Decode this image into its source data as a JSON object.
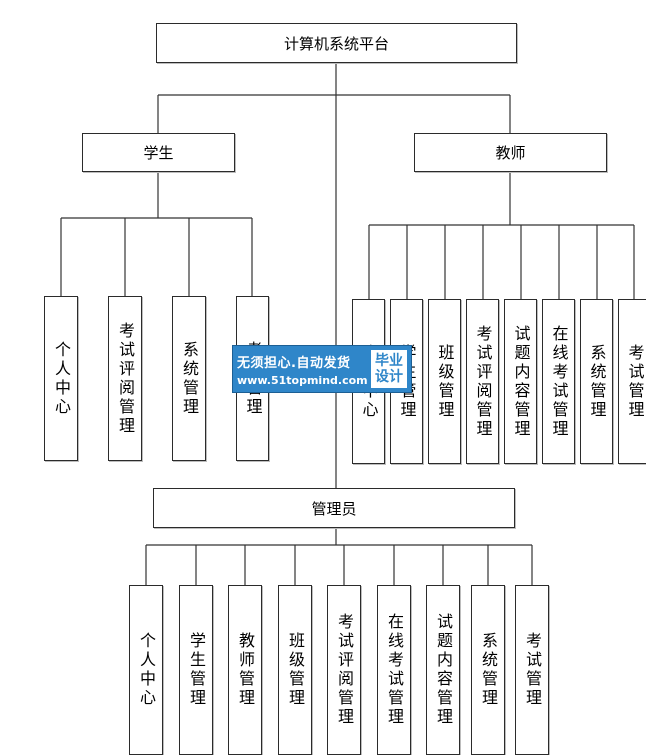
{
  "root": {
    "label": "计算机系统平台"
  },
  "student": {
    "label": "学生",
    "children": [
      "个人中心",
      "考试评阅管理",
      "系统管理",
      "考试管理"
    ]
  },
  "teacher": {
    "label": "教师",
    "children": [
      "个人中心",
      "学生管理",
      "班级管理",
      "考试评阅管理",
      "试题内容管理",
      "在线考试管理",
      "系统管理",
      "考试管理"
    ]
  },
  "admin": {
    "label": "管理员",
    "children": [
      "个人中心",
      "学生管理",
      "教师管理",
      "班级管理",
      "考试评阅管理",
      "在线考试管理",
      "试题内容管理",
      "系统管理",
      "考试管理"
    ]
  },
  "watermark": {
    "slogan": "无须担心.自动发货",
    "url": "www.51topmind.com",
    "badge_line1": "毕业",
    "badge_line2": "设计",
    "color": "#2f86c9"
  }
}
